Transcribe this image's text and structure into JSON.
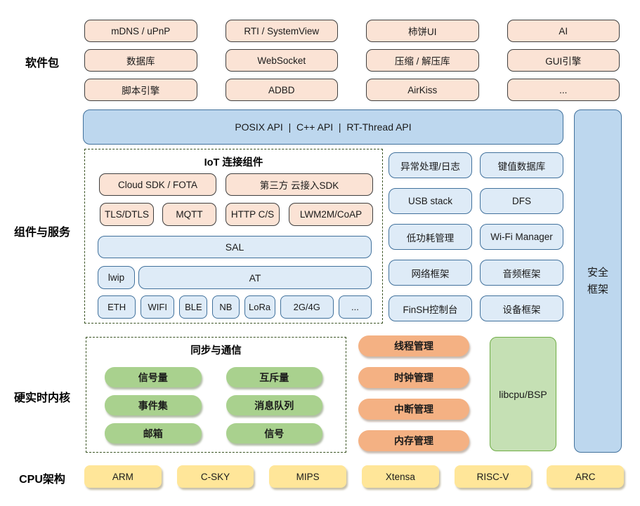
{
  "section_labels": {
    "packages": "软件包",
    "components": "组件与服务",
    "kernel": "硬实时内核",
    "cpu": "CPU架构"
  },
  "software_packages": {
    "items": [
      "mDNS / uPnP",
      "RTI / SystemView",
      "柿饼UI",
      "AI",
      "数据库",
      "WebSocket",
      "压缩 / 解压库",
      "GUI引擎",
      "脚本引擎",
      "ADBD",
      "AirKiss",
      "..."
    ]
  },
  "api_bar": {
    "label": "POSIX API  |  C++ API  |  RT-Thread API"
  },
  "security_framework": {
    "line1": "安全",
    "line2": "框架"
  },
  "iot": {
    "title": "IoT 连接组件",
    "cloud_sdk": "Cloud SDK / FOTA",
    "third_party_sdk": "第三方 云接入SDK",
    "protocols": [
      "TLS/DTLS",
      "MQTT",
      "HTTP C/S",
      "LWM2M/CoAP"
    ],
    "sal": "SAL",
    "lwip": "lwip",
    "at": "AT",
    "links": [
      "ETH",
      "WIFI",
      "BLE",
      "NB",
      "LoRa",
      "2G/4G",
      "..."
    ]
  },
  "services": {
    "items": [
      "异常处理/日志",
      "键值数据库",
      "USB stack",
      "DFS",
      "低功耗管理",
      "Wi-Fi Manager",
      "网络框架",
      "音频框架",
      "FinSH控制台",
      "设备框架"
    ]
  },
  "kernel": {
    "sync_title": "同步与通信",
    "sync_items": [
      "信号量",
      "互斥量",
      "事件集",
      "消息队列",
      "邮箱",
      "信号"
    ],
    "manage_items": [
      "线程管理",
      "时钟管理",
      "中断管理",
      "内存管理"
    ],
    "libcpu": "libcpu/BSP"
  },
  "cpu_archs": {
    "items": [
      "ARM",
      "C-SKY",
      "MIPS",
      "Xtensa",
      "RISC-V",
      "ARC"
    ]
  },
  "colors": {
    "peach_fill": "#FBE3D5",
    "blue_light_fill": "#DEEBF7",
    "blue_mid_fill": "#BDD7EE",
    "blue_border": "#41719C",
    "green_pill": "#A9D18E",
    "libcpu_fill": "#C5E0B4",
    "libcpu_border": "#70AD47",
    "orange_pill": "#F4B183",
    "yellow_fill": "#FFE699",
    "dash_border": "#3A5323"
  }
}
